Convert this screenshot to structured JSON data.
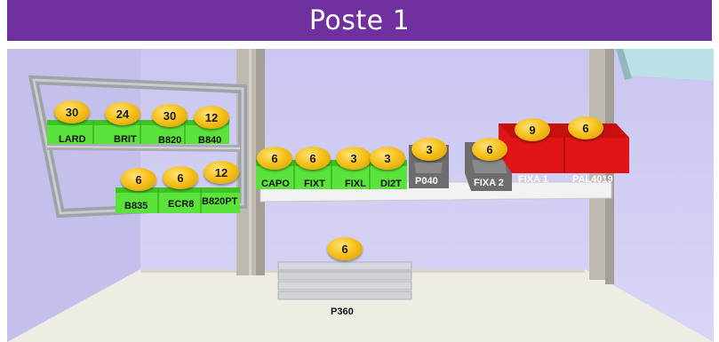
{
  "title": "Poste 1",
  "colors": {
    "title_bg": "#7030a0",
    "green_bin": "#5ae33a",
    "grey_bin": "#6d6d6d",
    "red_bin": "#e01414",
    "coin": "#f6c21c"
  },
  "items": [
    {
      "id": "lard",
      "label": "LARD",
      "count": "30",
      "bin": "green"
    },
    {
      "id": "brit",
      "label": "BRIT",
      "count": "24",
      "bin": "green"
    },
    {
      "id": "b820",
      "label": "B820",
      "count": "30",
      "bin": "green"
    },
    {
      "id": "b840",
      "label": "B840",
      "count": "12",
      "bin": "green"
    },
    {
      "id": "b835",
      "label": "B835",
      "count": "6",
      "bin": "green"
    },
    {
      "id": "ecr8",
      "label": "ECR8",
      "count": "6",
      "bin": "green"
    },
    {
      "id": "b820pt",
      "label": "B820PT",
      "count": "12",
      "bin": "green"
    },
    {
      "id": "capo",
      "label": "CAPO",
      "count": "6",
      "bin": "green"
    },
    {
      "id": "fixt",
      "label": "FIXT",
      "count": "6",
      "bin": "green"
    },
    {
      "id": "fixl",
      "label": "FIXL",
      "count": "3",
      "bin": "green"
    },
    {
      "id": "di2t",
      "label": "DI2T",
      "count": "3",
      "bin": "green"
    },
    {
      "id": "p040",
      "label": "P040",
      "count": "3",
      "bin": "grey"
    },
    {
      "id": "fixa2",
      "label": "FIXA 2",
      "count": "6",
      "bin": "grey"
    },
    {
      "id": "fixa1",
      "label": "FIXA 1",
      "count": "9",
      "bin": "red"
    },
    {
      "id": "pal4019",
      "label": "PAL4019",
      "count": "6",
      "bin": "red"
    },
    {
      "id": "p360",
      "label": "P360",
      "count": "6",
      "bin": "pallet"
    }
  ]
}
